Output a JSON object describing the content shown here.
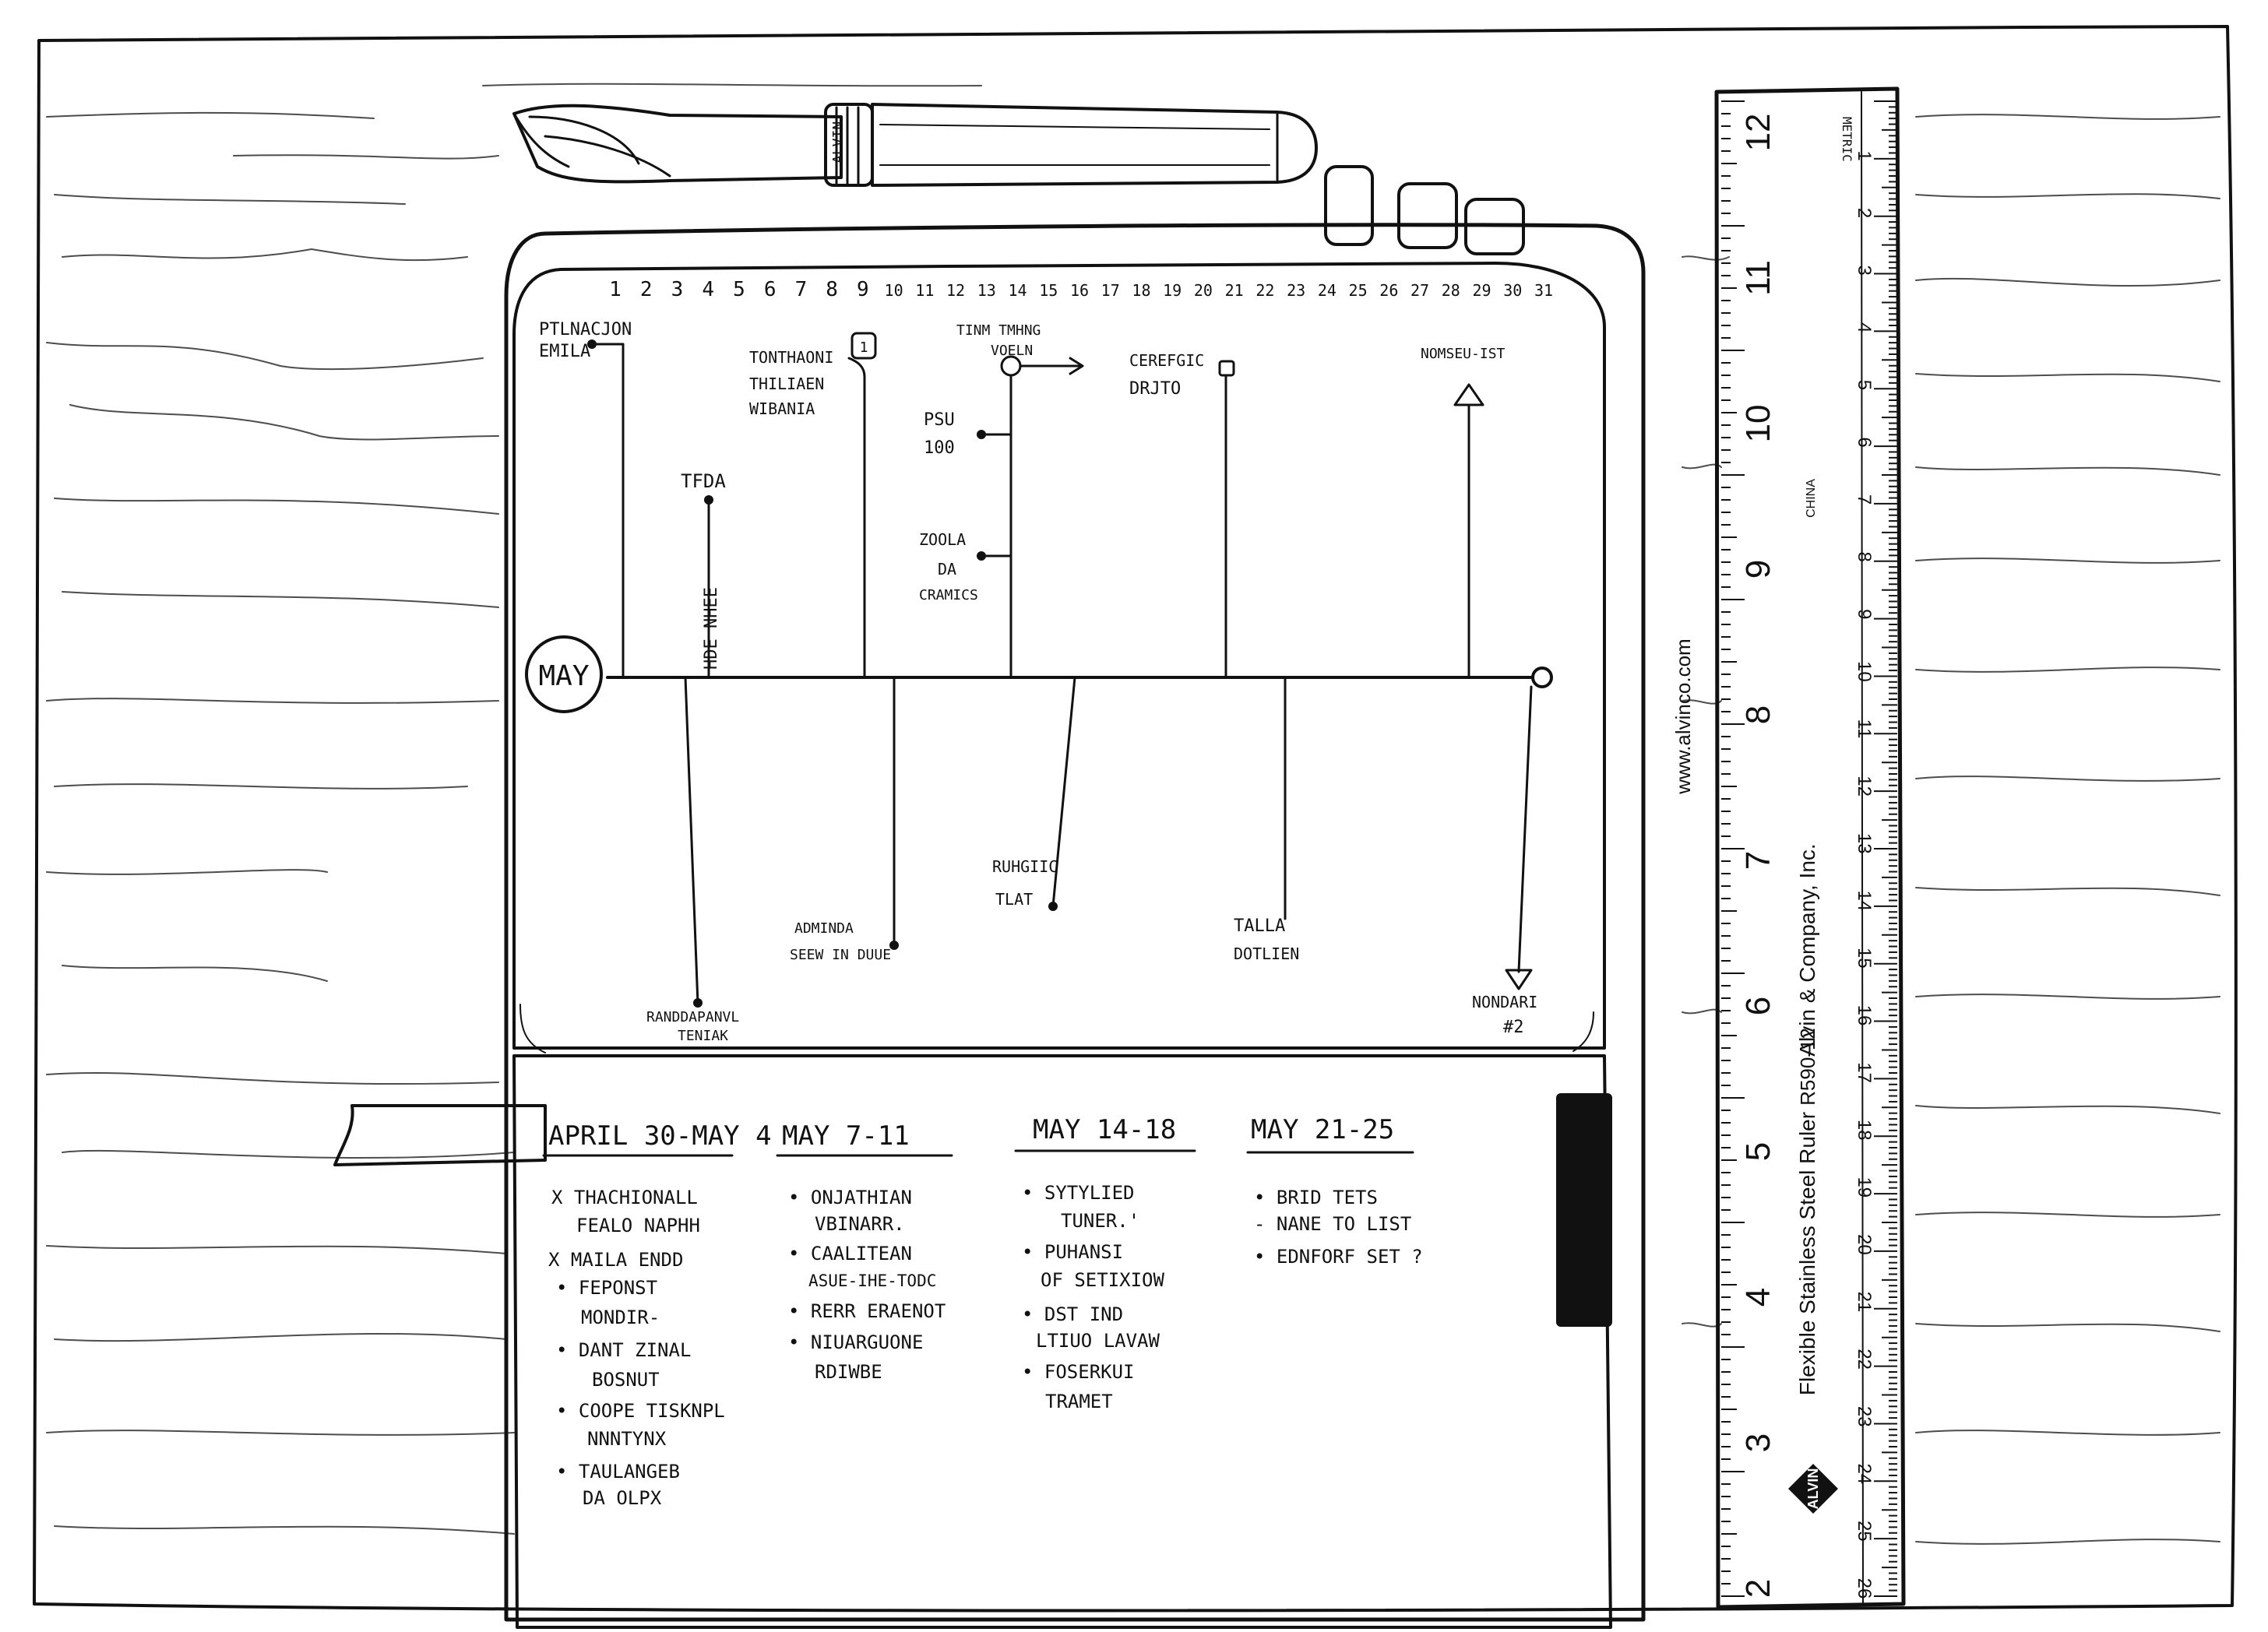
{
  "pen": {
    "clip_label": "ALVIN"
  },
  "ruler": {
    "metric_label": "METRIC",
    "inch_numbers": [
      "12",
      "11",
      "10",
      "9",
      "8",
      "7",
      "6",
      "5",
      "4",
      "3",
      "2"
    ],
    "cm_numbers": [
      "1",
      "2",
      "3",
      "4",
      "5",
      "6",
      "7",
      "8",
      "9",
      "10",
      "11",
      "12",
      "13",
      "14",
      "15",
      "16",
      "17",
      "18",
      "19",
      "20",
      "21",
      "22",
      "23",
      "24",
      "25",
      "26"
    ],
    "website": "www.alvinco.com",
    "brand_line": "Alvin & Company, Inc.",
    "model": "R590-12",
    "product": "Flexible Stainless Steel Ruler",
    "logo_text": "ALVIN",
    "small_label": "CHINA"
  },
  "notebook": {
    "day_numbers": [
      "1",
      "2",
      "3",
      "4",
      "5",
      "6",
      "7",
      "8",
      "9",
      "10",
      "11",
      "12",
      "13",
      "14",
      "15",
      "16",
      "17",
      "18",
      "19",
      "20",
      "21",
      "22",
      "23",
      "24",
      "25",
      "26",
      "27",
      "28",
      "29",
      "30",
      "31"
    ],
    "month_label": "MAY",
    "timeline_top": [
      {
        "text_line1": "PTLNACJON",
        "text_line2": "EMILA"
      },
      {
        "text_line1": "TFDA",
        "text_line2": ""
      },
      {
        "text_line1": "HDE NHEE",
        "text_line2": ""
      },
      {
        "text_line1": "TONTHAONI",
        "text_line2": "THILIAEN",
        "text_line3": "WIBANIA",
        "badge": "1"
      },
      {
        "text_line1": "TINM TMHNG",
        "text_line2": "VOELN"
      },
      {
        "text_line1": "PSU",
        "text_line2": "100"
      },
      {
        "text_line1": "ZOOLA",
        "text_line2": "DA",
        "text_line3": "CRAMICS"
      },
      {
        "text_line1": "CEREFGIC",
        "text_line2": "DRJTO"
      },
      {
        "text_line1": "NOMSEU-IST",
        "text_line2": ""
      }
    ],
    "timeline_bottom": [
      {
        "text_line1": "RANDDAPANVL",
        "text_line2": "TENIAK"
      },
      {
        "text_line1": "ADMINDA",
        "text_line2": "SEEW IN DUUE"
      },
      {
        "text_line1": "RUHGIIC",
        "text_line2": "TLAT"
      },
      {
        "text_line1": "TALLA",
        "text_line2": "DOTLIEN"
      },
      {
        "text_line1": "NONDARI",
        "text_line2": "#2"
      }
    ],
    "weeks": [
      {
        "heading": "APRIL 30-MAY 4",
        "items": [
          "X THACHIONALL",
          "FEALO NAPHH",
          "X MAILA ENDD",
          "• FEPONST",
          "MONDIR-",
          "• DANT ZINAL",
          "BOSNUT",
          "• COOPE TISKNPL",
          "NNNTYNX",
          "• TAULANGEB",
          "DA OLPX"
        ]
      },
      {
        "heading": "MAY 7-11",
        "items": [
          "• ONJATHIAN",
          "VBINARR.",
          "• CAALITEAN",
          "ASUE-IHE-TODC",
          "• RERR ERAENOT",
          "• NIUARGUONE",
          "RDIWBE"
        ]
      },
      {
        "heading": "MAY 14-18",
        "items": [
          "• SYTYLIED",
          "TUNER.'",
          "• PUHANSI",
          "OF SETIXIOW",
          "• DST IND",
          "LTIUO LAVAW",
          "• FOSERKUI",
          "TRAMET"
        ]
      },
      {
        "heading": "MAY 21-25",
        "items": [
          "• BRID TETS",
          "- NANE TO LIST",
          "• EDNFORF SET ?"
        ]
      }
    ]
  },
  "colors": {
    "ink": "#111111",
    "paper": "#ffffff",
    "marker": "#111111"
  }
}
